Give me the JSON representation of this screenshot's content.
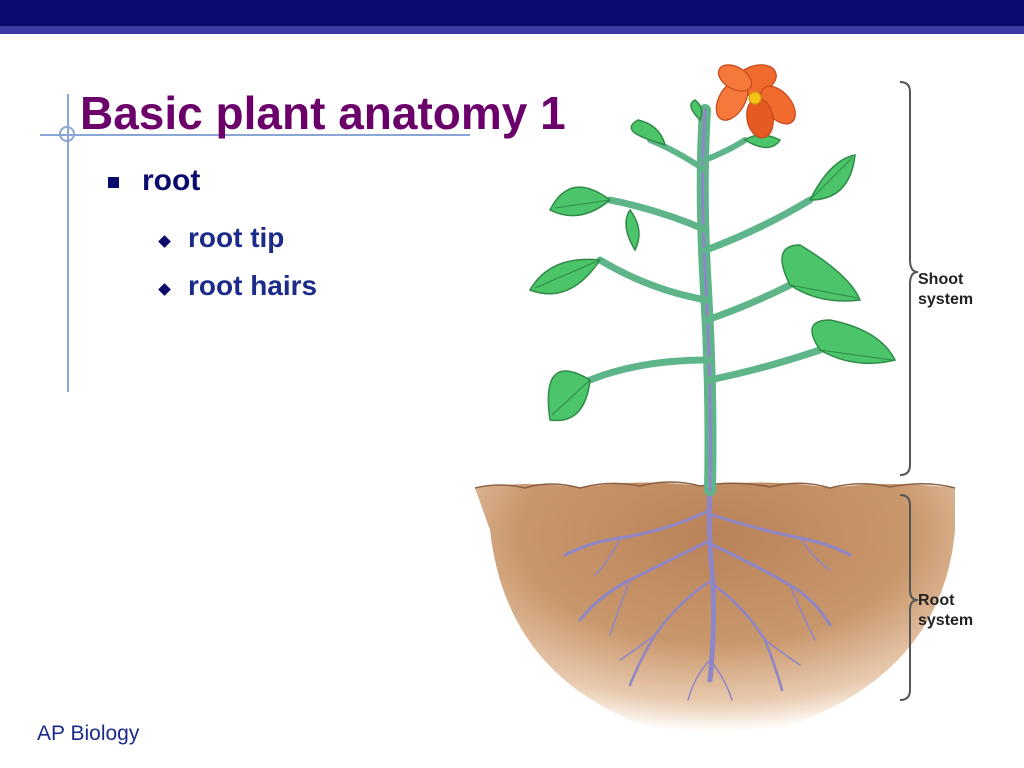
{
  "slide": {
    "title": "Basic plant anatomy 1",
    "bullet_level1": "root",
    "bullets_level2": [
      "root tip",
      "root hairs"
    ],
    "footer": "AP Biology"
  },
  "diagram": {
    "shoot_label_line1": "Shoot",
    "shoot_label_line2": "system",
    "root_label_line1": "Root",
    "root_label_line2": "system"
  },
  "colors": {
    "title": "#6b006b",
    "bullet_text": "#0b0b6e",
    "top_bar": "#0b0b6e",
    "leaf": "#4cc46a",
    "stem": "#62b88a",
    "flower": "#f26b2e",
    "soil": "#c08a5c",
    "root": "#9c8fd0"
  }
}
